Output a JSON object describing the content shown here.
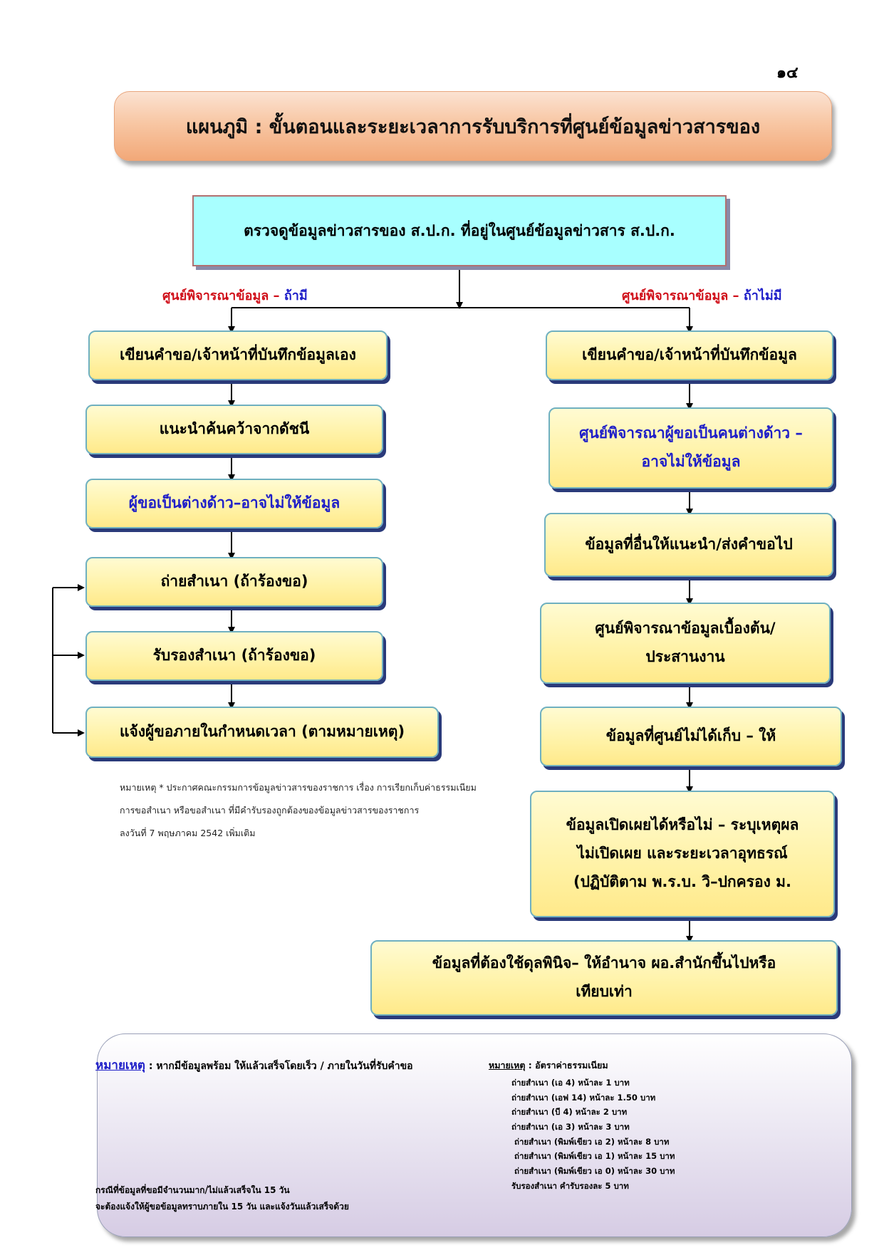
{
  "page_number": "๑๔",
  "title": "แผนภูมิ : ขั้นตอนและระยะเวลาการรับบริการที่ศูนย์ข้อมูลข่าวสารของ",
  "top_step": "ตรวจดูข้อมูลข่าวสารของ ส.ป.ก. ที่อยู่ในศูนย์ข้อมูลข่าวสาร ส.ป.ก.",
  "branch_left": {
    "prefix": "ศูนย์พิจารณาข้อมูล – ",
    "suffix": "ถ้ามี"
  },
  "branch_right": {
    "prefix": "ศูนย์พิจารณาข้อมูล – ",
    "suffix": "ถ้าไม่มี"
  },
  "left_steps": [
    "เขียนคำขอ/เจ้าหน้าที่บันทึกข้อมูลเอง",
    "แนะนำค้นคว้าจากดัชนี",
    "ผู้ขอเป็นต่างด้าว–อาจไม่ให้ข้อมูล",
    "ถ่ายสำเนา (ถ้าร้องขอ)",
    "รับรองสำเนา (ถ้าร้องขอ)",
    "แจ้งผู้ขอภายในกำหนดเวลา (ตามหมายเหตุ)"
  ],
  "right_steps": {
    "r1": "เขียนคำขอ/เจ้าหน้าที่บันทึกข้อมูล",
    "r2_line1": "ศูนย์พิจารณาผู้ขอเป็นคนต่างด้าว –",
    "r2_line2": "อาจไม่ให้ข้อมูล",
    "r3": "ข้อมูลที่อื่นให้แนะนำ/ส่งคำขอไป",
    "r4_line1": "ศูนย์พิจารณาข้อมูลเบื้องต้น/",
    "r4_line2": "ประสานงาน",
    "r5": "ข้อมูลที่ศูนย์ไม่ได้เก็บ – ให้",
    "r6_line1": "ข้อมูลเปิดเผยได้หรือไม่ – ระบุเหตุผล",
    "r6_line2": "ไม่เปิดเผย และระยะเวลาอุทธรณ์",
    "r6_line3": "(ปฏิบัติตาม พ.ร.บ. วิ–ปกครอง ม.",
    "r7_line1": "ข้อมูลที่ต้องใช้ดุลพินิจ– ให้อำนาจ ผอ.สำนักขึ้นไปหรือ",
    "r7_line2": "เทียบเท่า"
  },
  "footnote": [
    "หมายเหตุ * ประกาศคณะกรรมการข้อมูลข่าวสารของราชการ เรื่อง การเรียกเก็บค่าธรรมเนียม",
    "การขอสำเนา หรือขอสำเนา ที่มีคำรับรองถูกต้องของข้อมูลข่าวสารของราชการ",
    "ลงวันที่ 7 พฤษภาคม 2542 เพิ่มเติม"
  ],
  "bottom_note": {
    "label": "หมายเหตุ",
    "text": " : หากมีข้อมูลพร้อม ให้แล้วเสร็จโดยเร็ว / ภายในวันที่รับคำขอ",
    "line1": "กรณีที่ข้อมูลที่ขอมีจำนวนมาก/ไม่แล้วเสร็จใน 15 วัน",
    "line2": "จะต้องแจ้งให้ผู้ขอข้อมูลทราบภายใน 15 วัน และแจ้งวันแล้วเสร็จด้วย"
  },
  "fees": {
    "label": "หมายเหตุ",
    "title_suffix": " :  อัตราค่าธรรมเนียม",
    "items": [
      "ถ่ายสำเนา (เอ 4) หน้าละ 1 บาท",
      "ถ่ายสำเนา (เอฟ 14) หน้าละ 1.50 บาท",
      "ถ่ายสำเนา (บี 4)  หน้าละ 2 บาท",
      "ถ่ายสำเนา (เอ 3) หน้าละ 3 บาท",
      "ถ่ายสำเนา (พิมพ์เขียว เอ 2) หน้าละ 8 บาท",
      "ถ่ายสำเนา (พิมพ์เขียว เอ 1) หน้าละ 15 บาท",
      "ถ่ายสำเนา (พิมพ์เขียว เอ 0) หน้าละ 30 บาท",
      "รับรองสำเนา คำรับรองละ 5 บาท"
    ]
  }
}
